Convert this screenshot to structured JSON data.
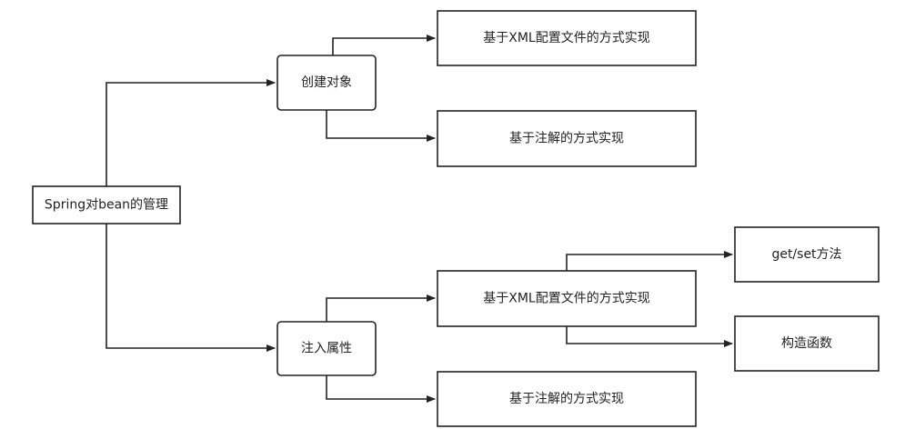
{
  "nodes": {
    "root": {
      "label": "Spring对bean的管理"
    },
    "create": {
      "label": "创建对象"
    },
    "inject": {
      "label": "注入属性"
    },
    "create_xml": {
      "label": "基于XML配置文件的方式实现"
    },
    "create_annotation": {
      "label": "基于注解的方式实现"
    },
    "inject_xml": {
      "label": "基于XML配置文件的方式实现"
    },
    "inject_annotation": {
      "label": "基于注解的方式实现"
    },
    "getset": {
      "label": "get/set方法"
    },
    "constructor": {
      "label": "构造函数"
    }
  },
  "colors": {
    "stroke": "#222222",
    "background": "#ffffff",
    "text": "#222222"
  }
}
